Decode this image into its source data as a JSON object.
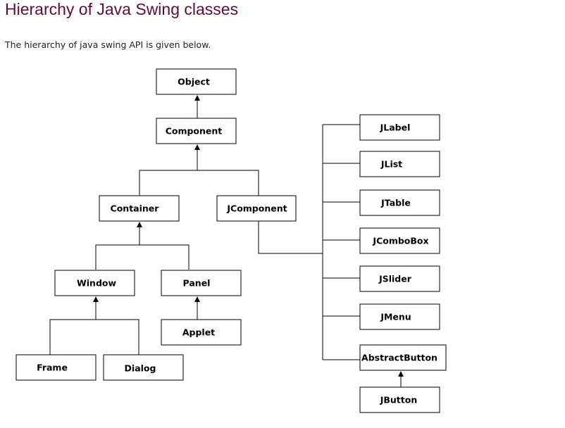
{
  "page": {
    "title": "Hierarchy of Java Swing classes",
    "intro": "The hierarchy of java swing API is given below."
  },
  "diagram": {
    "nodes": {
      "object": "Object",
      "component": "Component",
      "container": "Container",
      "jcomponent": "JComponent",
      "window": "Window",
      "panel": "Panel",
      "applet": "Applet",
      "frame": "Frame",
      "dialog": "Dialog",
      "jlabel": "JLabel",
      "jlist": "JList",
      "jtable": "JTable",
      "jcombobox": "JComboBox",
      "jslider": "JSlider",
      "jmenu": "JMenu",
      "abstractbutton": "AbstractButton",
      "jbutton": "JButton"
    }
  }
}
